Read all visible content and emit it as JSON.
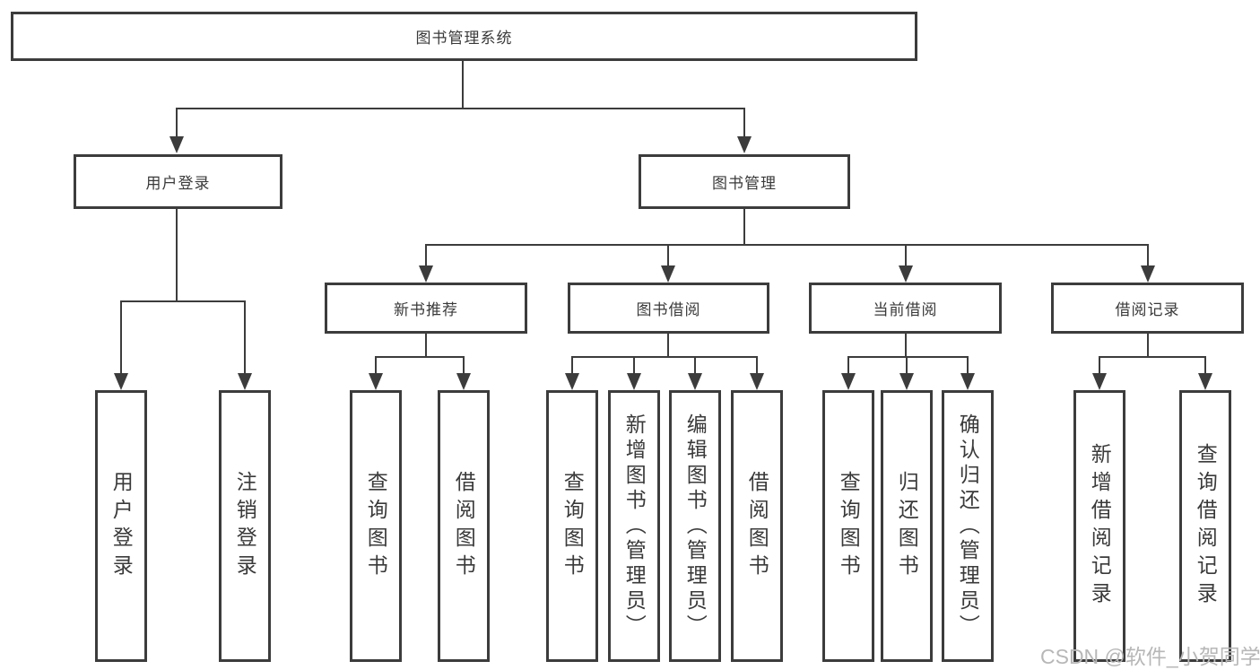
{
  "tree": {
    "root": {
      "label": "图书管理系统"
    },
    "level2": [
      {
        "label": "用户登录",
        "leaves": [
          "用户登录",
          "注销登录"
        ]
      },
      {
        "label": "图书管理",
        "sections": [
          {
            "label": "新书推荐",
            "leaves": [
              "查询图书",
              "借阅图书"
            ]
          },
          {
            "label": "图书借阅",
            "leaves": [
              "查询图书",
              "新增图书（管理员）",
              "编辑图书（管理员）",
              "借阅图书"
            ]
          },
          {
            "label": "当前借阅",
            "leaves": [
              "查询图书",
              "归还图书",
              "确认归还（管理员）"
            ]
          },
          {
            "label": "借阅记录",
            "leaves": [
              "新增借阅记录",
              "查询借阅记录"
            ]
          }
        ]
      }
    ]
  },
  "watermark": {
    "text": "CSDN @软件_小贺同学"
  },
  "colors": {
    "line": "#3c3c3c",
    "text": "#3a3a3a",
    "watermark": "#b7b7b7",
    "background": "#ffffff"
  }
}
